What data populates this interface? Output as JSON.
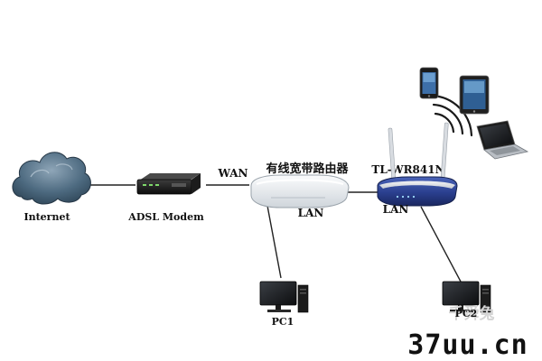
{
  "nodes": {
    "internet": {
      "label": "Internet"
    },
    "modem": {
      "label": "ADSL Modem"
    },
    "router1": {
      "label": "有线宽带路由器"
    },
    "router2": {
      "label": "TL-WR841N"
    },
    "pc1": {
      "label": "PC1"
    },
    "pc2": {
      "label": "PC2"
    }
  },
  "ports": {
    "wan": "WAN",
    "lan1": "LAN",
    "lan2": "LAN"
  },
  "watermark": {
    "text": "37uu.cn",
    "faint": "千舜兔"
  },
  "colors": {
    "cloud": "#3f5d73",
    "line": "#222222",
    "router2_body": "#2a3f8e",
    "router1_body": "#e9ecef"
  }
}
